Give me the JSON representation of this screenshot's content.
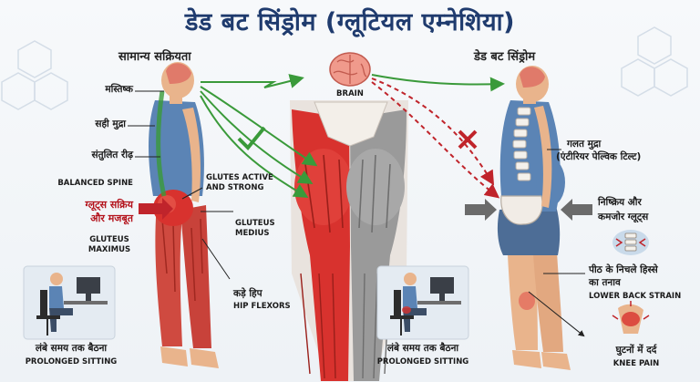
{
  "title": "डेड बट सिंड्रोम (ग्लूटियल एम्नेशिया)",
  "left_header": "सामान्य सक्रियता",
  "right_header": "डेड बट सिंड्रोम",
  "brain_label": "BRAIN",
  "left_labels": {
    "brain": "मस्तिष्क",
    "posture": "सही मुद्रा",
    "spine": "संतुलित रीढ़",
    "balanced_spine": "BALANCED SPINE",
    "glutes_line1": "ग्लूट्स सक्रिय",
    "glutes_line2": "और मजबूत",
    "gluteus_maximus_1": "GLUTEUS",
    "gluteus_maximus_2": "MAXIMUS",
    "glutes_active_1": "GLUTES ACTIVE",
    "glutes_active_2": "AND STRONG",
    "gluteus_medius_1": "GLUTEUS",
    "gluteus_medius_2": "MEDIUS",
    "hip_hi": "कड़े हिप",
    "hip_en": "HIP FLEXORS",
    "sitting_hi": "लंबे समय तक बैठना",
    "sitting_en": "PROLONGED SITTING"
  },
  "right_labels": {
    "posture_1": "गलत मुद्रा",
    "posture_2": "(एंटीरियर पेल्विक टिल्ट)",
    "glutes_1": "निष्क्रिय और",
    "glutes_2": "कमजोर ग्लूट्स",
    "back_1": "पीठ के निचले हिस्से",
    "back_2": "का तनाव",
    "back_en": "LOWER BACK STRAIN",
    "knee_hi": "घुटनों में दर्द",
    "knee_en": "KNEE PAIN",
    "sitting_hi": "लंबे समय तक बैठना",
    "sitting_en": "PROLONGED SITTING"
  },
  "icons": [
    "brain-icon",
    "check-icon",
    "cross-icon",
    "desk-sitting-icon"
  ],
  "colors": {
    "title": "#1f3b6e",
    "active": "#3a9a3a",
    "inactive": "#c0242b",
    "muscle": "#d8322e",
    "muscle_gray": "#9a9a9a",
    "shirt": "#5b84b5",
    "skin": "#e9b48c",
    "shorts": "#4d6d96"
  }
}
